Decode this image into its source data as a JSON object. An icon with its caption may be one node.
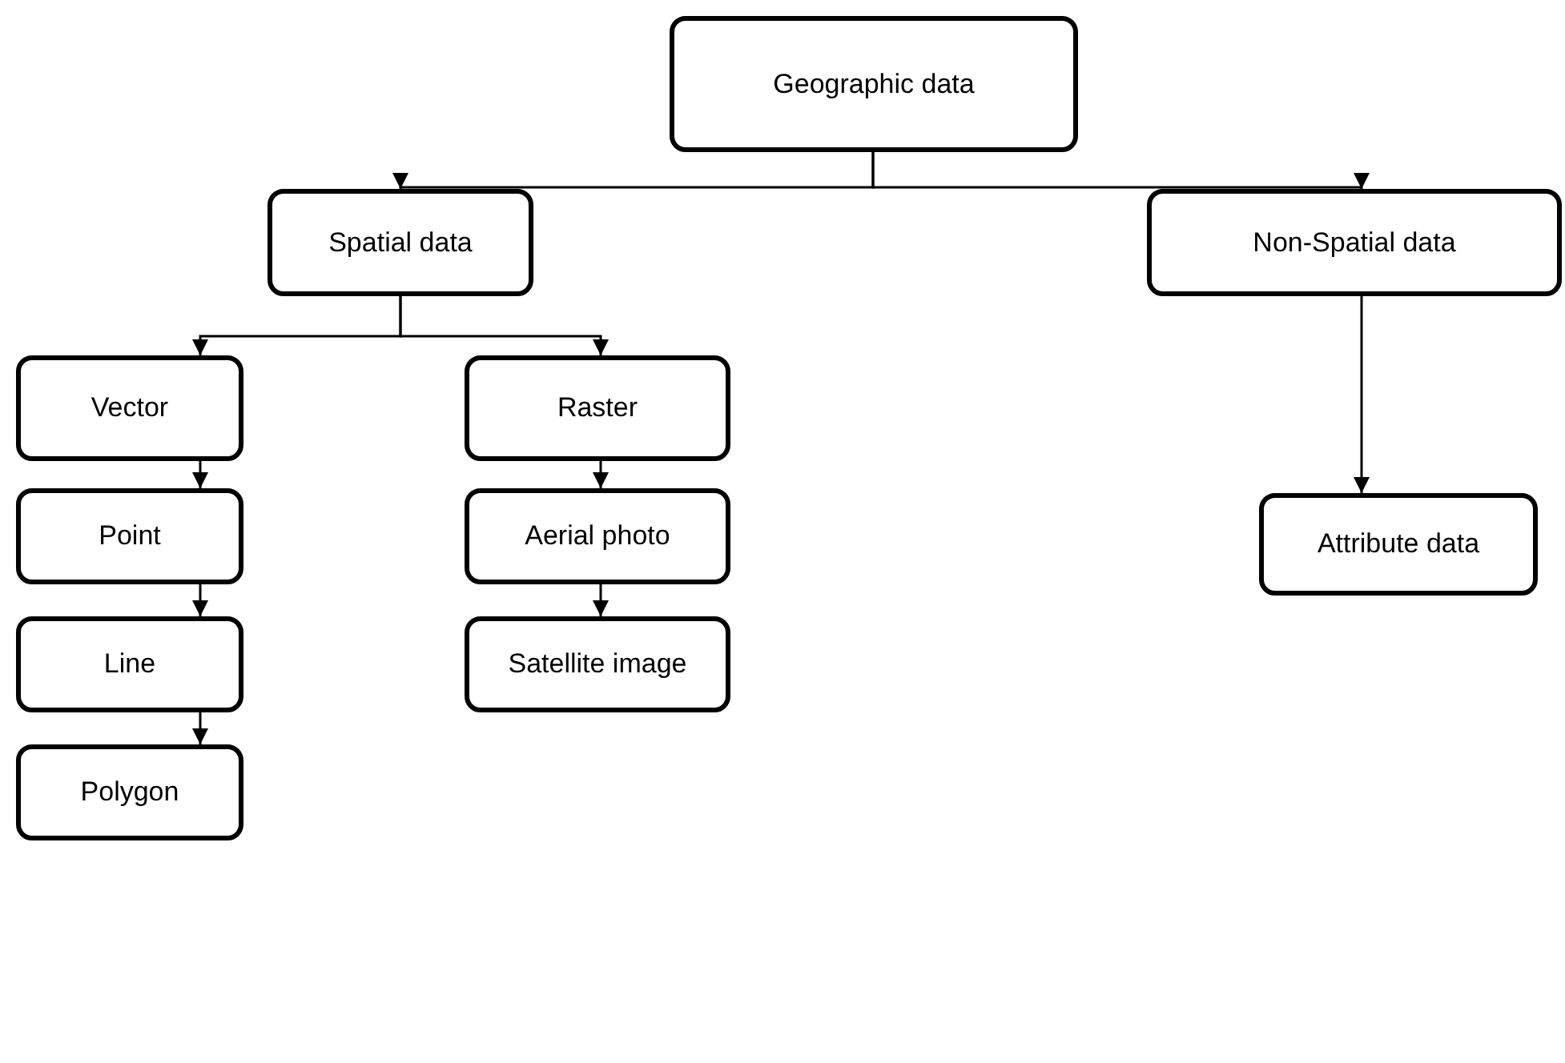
{
  "diagram": {
    "nodes": [
      {
        "text": [
          "Geographic data"
        ]
      },
      {
        "text": [
          "Spatial data"
        ]
      },
      {
        "text": [
          "Non-Spatial data"
        ]
      },
      {
        "text": [
          "Vector"
        ]
      },
      {
        "text": [
          "Raster"
        ]
      },
      {
        "text": [
          "Attribute data"
        ]
      },
      {
        "text": [
          "Point"
        ]
      },
      {
        "text": [
          "Aerial photo"
        ]
      },
      {
        "text": [
          "Line"
        ]
      },
      {
        "text": [
          "Satellite image"
        ]
      },
      {
        "text": [
          "Polygon"
        ]
      }
    ],
    "edges": [
      {
        "from": 0,
        "to": 1,
        "arrow": "to"
      },
      {
        "from": 0,
        "to": 2,
        "arrow": "to"
      },
      {
        "from": 1,
        "to": 3,
        "arrow": "to"
      },
      {
        "from": 1,
        "to": 4,
        "arrow": "to"
      },
      {
        "from": 2,
        "to": 5,
        "arrow": "to"
      },
      {
        "from": 3,
        "to": 6,
        "arrow": "to"
      },
      {
        "from": 6,
        "to": 8,
        "arrow": "to"
      },
      {
        "from": 8,
        "to": 10,
        "arrow": "to"
      },
      {
        "from": 4,
        "to": 7,
        "arrow": "to"
      },
      {
        "from": 7,
        "to": 9,
        "arrow": "to"
      }
    ]
  }
}
